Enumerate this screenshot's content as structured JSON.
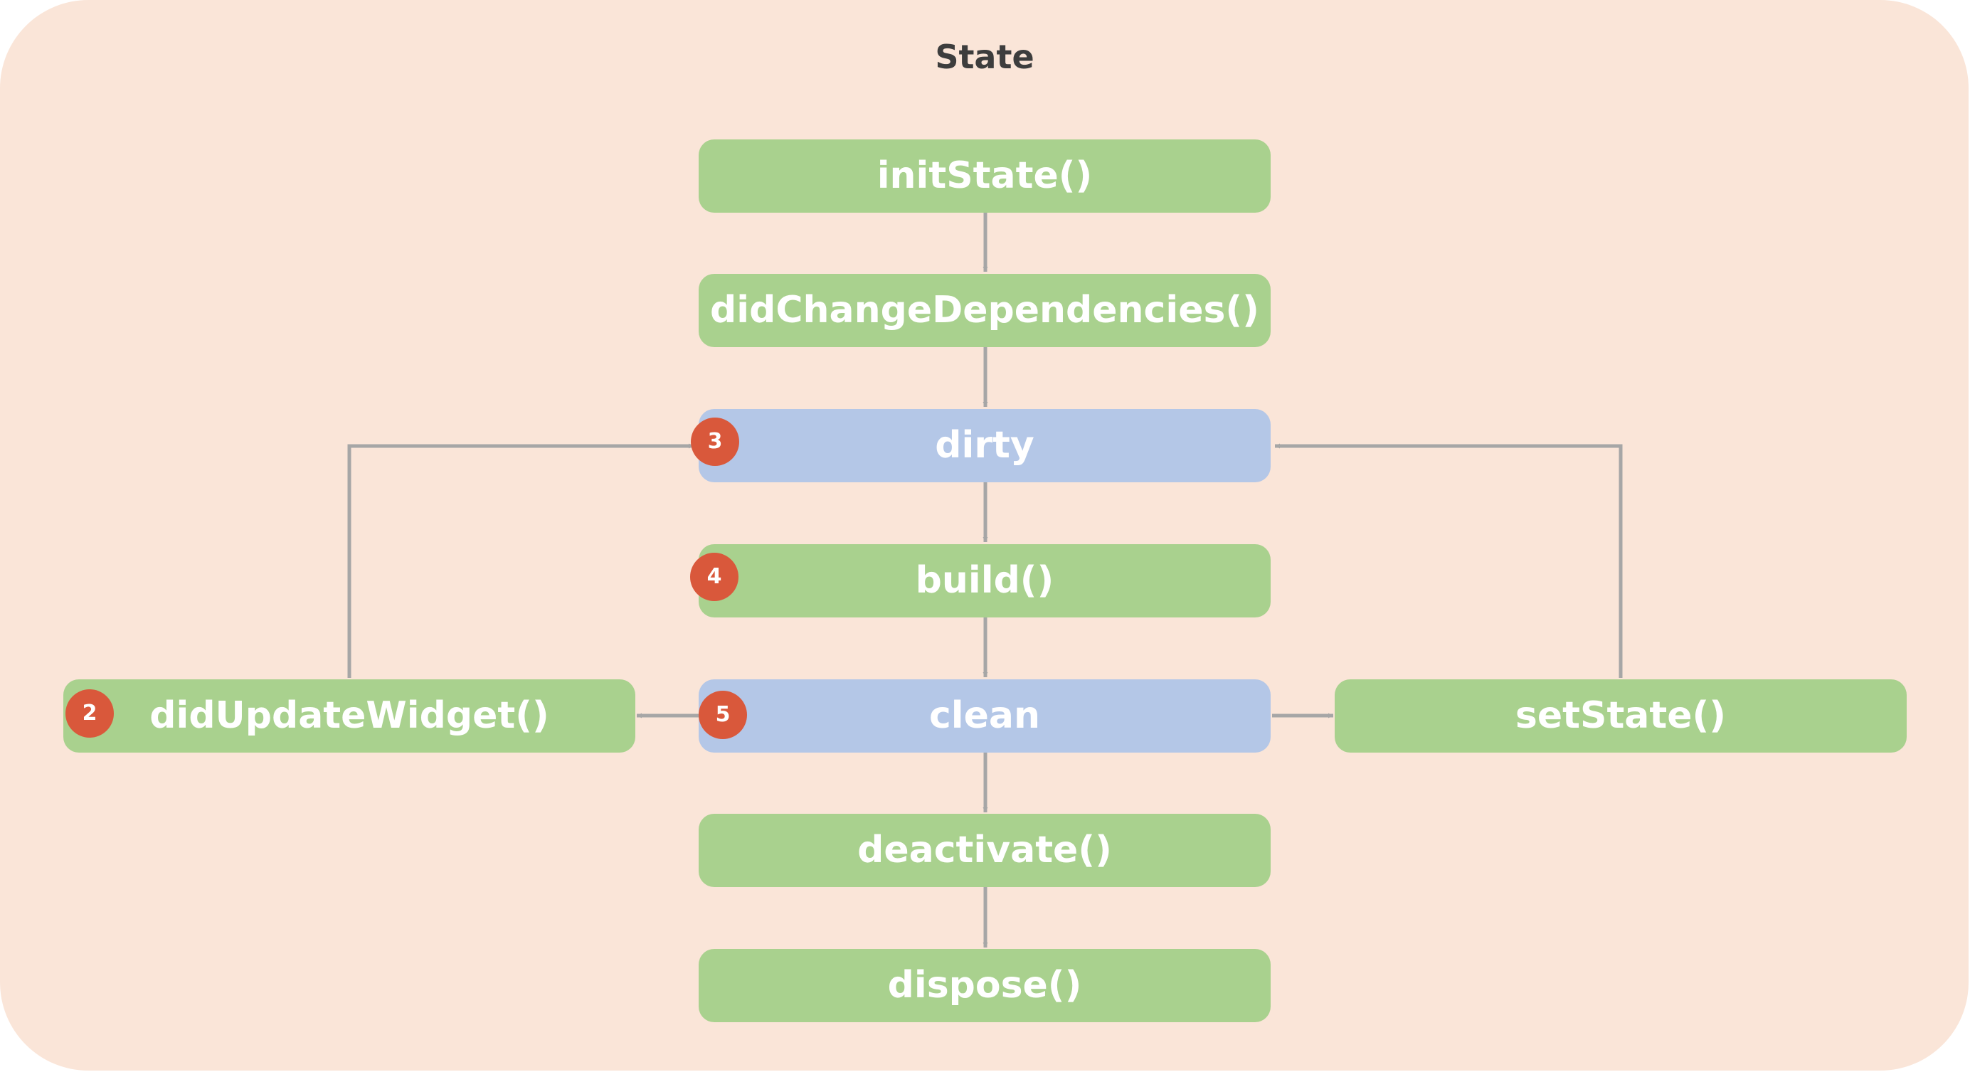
{
  "title": "State",
  "nodes": {
    "init_state": "initState()",
    "did_change_dependencies": "didChangeDependencies()",
    "dirty": "dirty",
    "build": "build()",
    "clean": "clean",
    "did_update_widget": "didUpdateWidget()",
    "set_state": "setState()",
    "deactivate": "deactivate()",
    "dispose": "dispose()"
  },
  "badges": {
    "dirty": "3",
    "build": "4",
    "clean": "5",
    "did_update_widget": "2"
  },
  "colors": {
    "background": "#fae5d8",
    "method_node": "#a9d18e",
    "state_node": "#b4c7e7",
    "badge": "#d9583b",
    "arrow": "#a6a6a6"
  }
}
